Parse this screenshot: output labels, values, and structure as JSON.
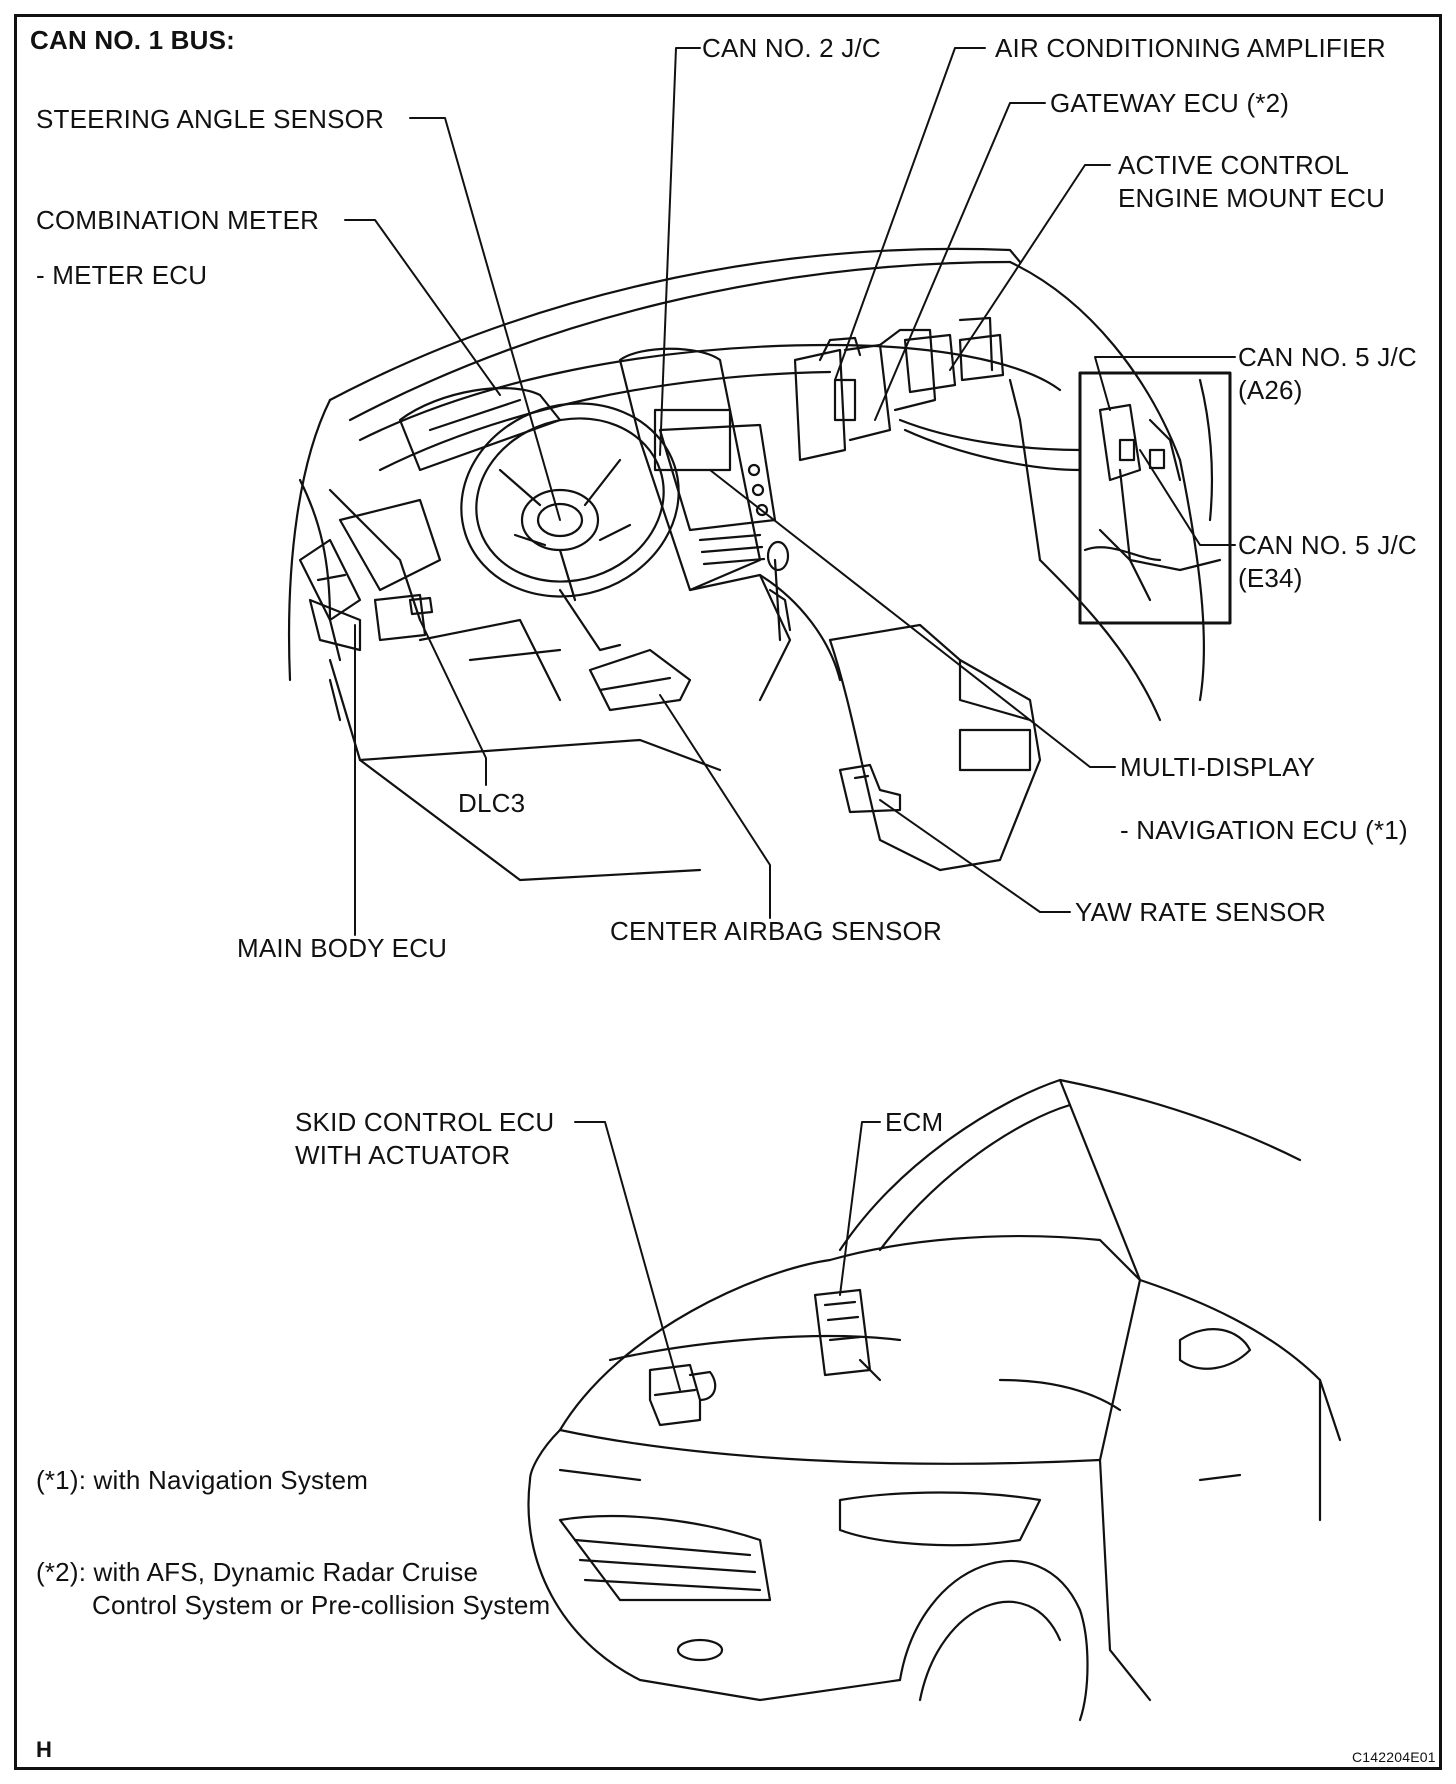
{
  "title": "CAN NO. 1 BUS:",
  "labels": {
    "steering_angle_sensor": "STEERING ANGLE SENSOR",
    "combination_meter": "COMBINATION METER",
    "meter_ecu": "- METER ECU",
    "can_no2_jc": "CAN NO. 2 J/C",
    "air_conditioning_amplifier": "AIR CONDITIONING AMPLIFIER",
    "gateway_ecu": "GATEWAY ECU (*2)",
    "active_control_1": "ACTIVE CONTROL",
    "active_control_2": "ENGINE MOUNT ECU",
    "can_no5_jc_a26_1": "CAN NO. 5 J/C",
    "can_no5_jc_a26_2": "(A26)",
    "can_no5_jc_e34_1": "CAN NO. 5 J/C",
    "can_no5_jc_e34_2": "(E34)",
    "multi_display": "MULTI-DISPLAY",
    "navigation_ecu": "- NAVIGATION ECU (*1)",
    "yaw_rate_sensor": "YAW RATE SENSOR",
    "dlc3": "DLC3",
    "center_airbag_sensor": "CENTER AIRBAG SENSOR",
    "main_body_ecu": "MAIN BODY ECU",
    "skid_control_1": "SKID CONTROL ECU",
    "skid_control_2": "WITH ACTUATOR",
    "ecm": "ECM"
  },
  "notes": {
    "note1": "(*1): with Navigation System",
    "note2_1": "(*2): with AFS, Dynamic Radar Cruise",
    "note2_2": "Control System or Pre-collision System"
  },
  "footer": {
    "corner_letter": "H",
    "figure_code": "C142204E01"
  }
}
